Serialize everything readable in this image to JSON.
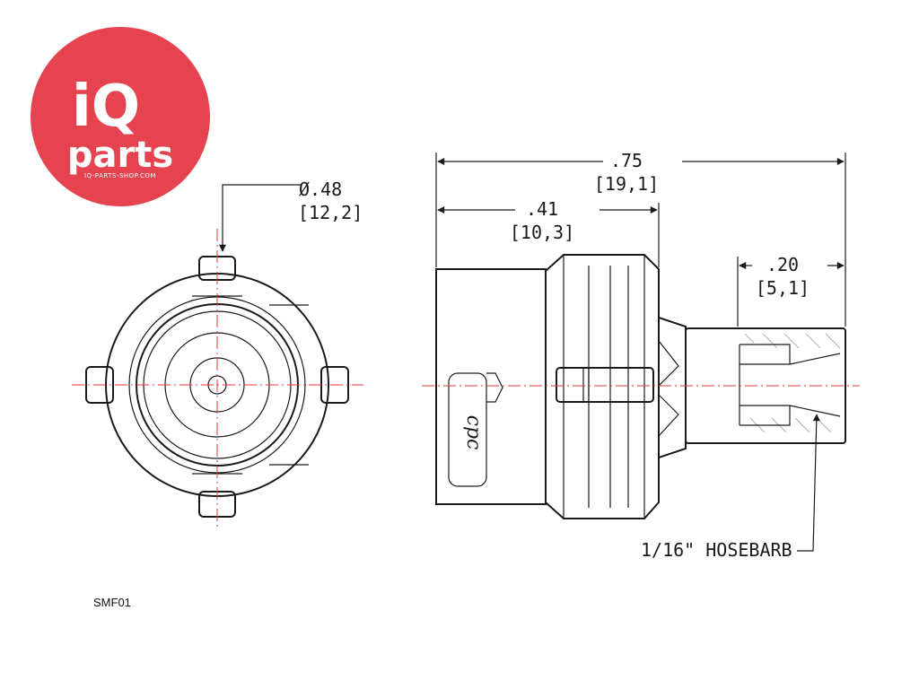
{
  "logo": {
    "brand_iq": "iQ",
    "brand_parts": "parts",
    "site": "IQ-PARTS-SHOP.COM",
    "color": "#e5434f"
  },
  "part_code": "SMF01",
  "dimensions": {
    "diameter": {
      "inch": "Ø.48",
      "mm": "[12,2]"
    },
    "overall_length": {
      "inch": ".75",
      "mm": "[19,1]"
    },
    "body_length": {
      "inch": ".41",
      "mm": "[10,3]"
    },
    "barb_length": {
      "inch": ".20",
      "mm": "[5,1]"
    }
  },
  "callout": "1/16\" HOSEBARB",
  "colors": {
    "outline": "#1a1a1a",
    "centerline": "#e03a3a"
  }
}
